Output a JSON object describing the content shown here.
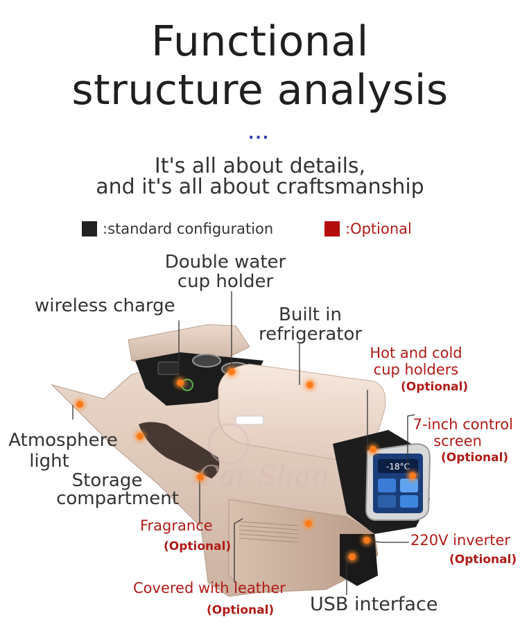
{
  "header": {
    "title_line1": "Functional",
    "title_line2": "structure analysis",
    "dots": "...",
    "subtitle_line1": "It's all about details,",
    "subtitle_line2": "and it's all about craftsmanship"
  },
  "legend": {
    "standard_color": "#222222",
    "standard_label": ":standard configuration",
    "optional_color": "#b30d0d",
    "optional_label": ":Optional"
  },
  "features": {
    "double_cup_line1": "Double water",
    "double_cup_line2": "cup holder",
    "wireless_charge": "wireless charge",
    "refrigerator_line1": "Built in",
    "refrigerator_line2": "refrigerator",
    "hot_cold_line1": "Hot and cold",
    "hot_cold_line2": "cup holders",
    "hot_cold_opt": "(Optional)",
    "screen_line1": "7-inch control",
    "screen_line2": "screen",
    "screen_opt": "(Optional)",
    "atmosphere_line1": "Atmosphere",
    "atmosphere_line2": "light",
    "storage_line1": "Storage",
    "storage_line2": "compartment",
    "fragrance": "Fragrance",
    "fragrance_opt": "(Optional)",
    "inverter": "220V inverter",
    "inverter_opt": "(Optional)",
    "leather": "Covered with leather",
    "leather_opt": "(Optional)",
    "usb": "USB interface"
  },
  "screen_display": {
    "temperature": "-18°C"
  },
  "watermark": {
    "text": "Car Shan"
  }
}
